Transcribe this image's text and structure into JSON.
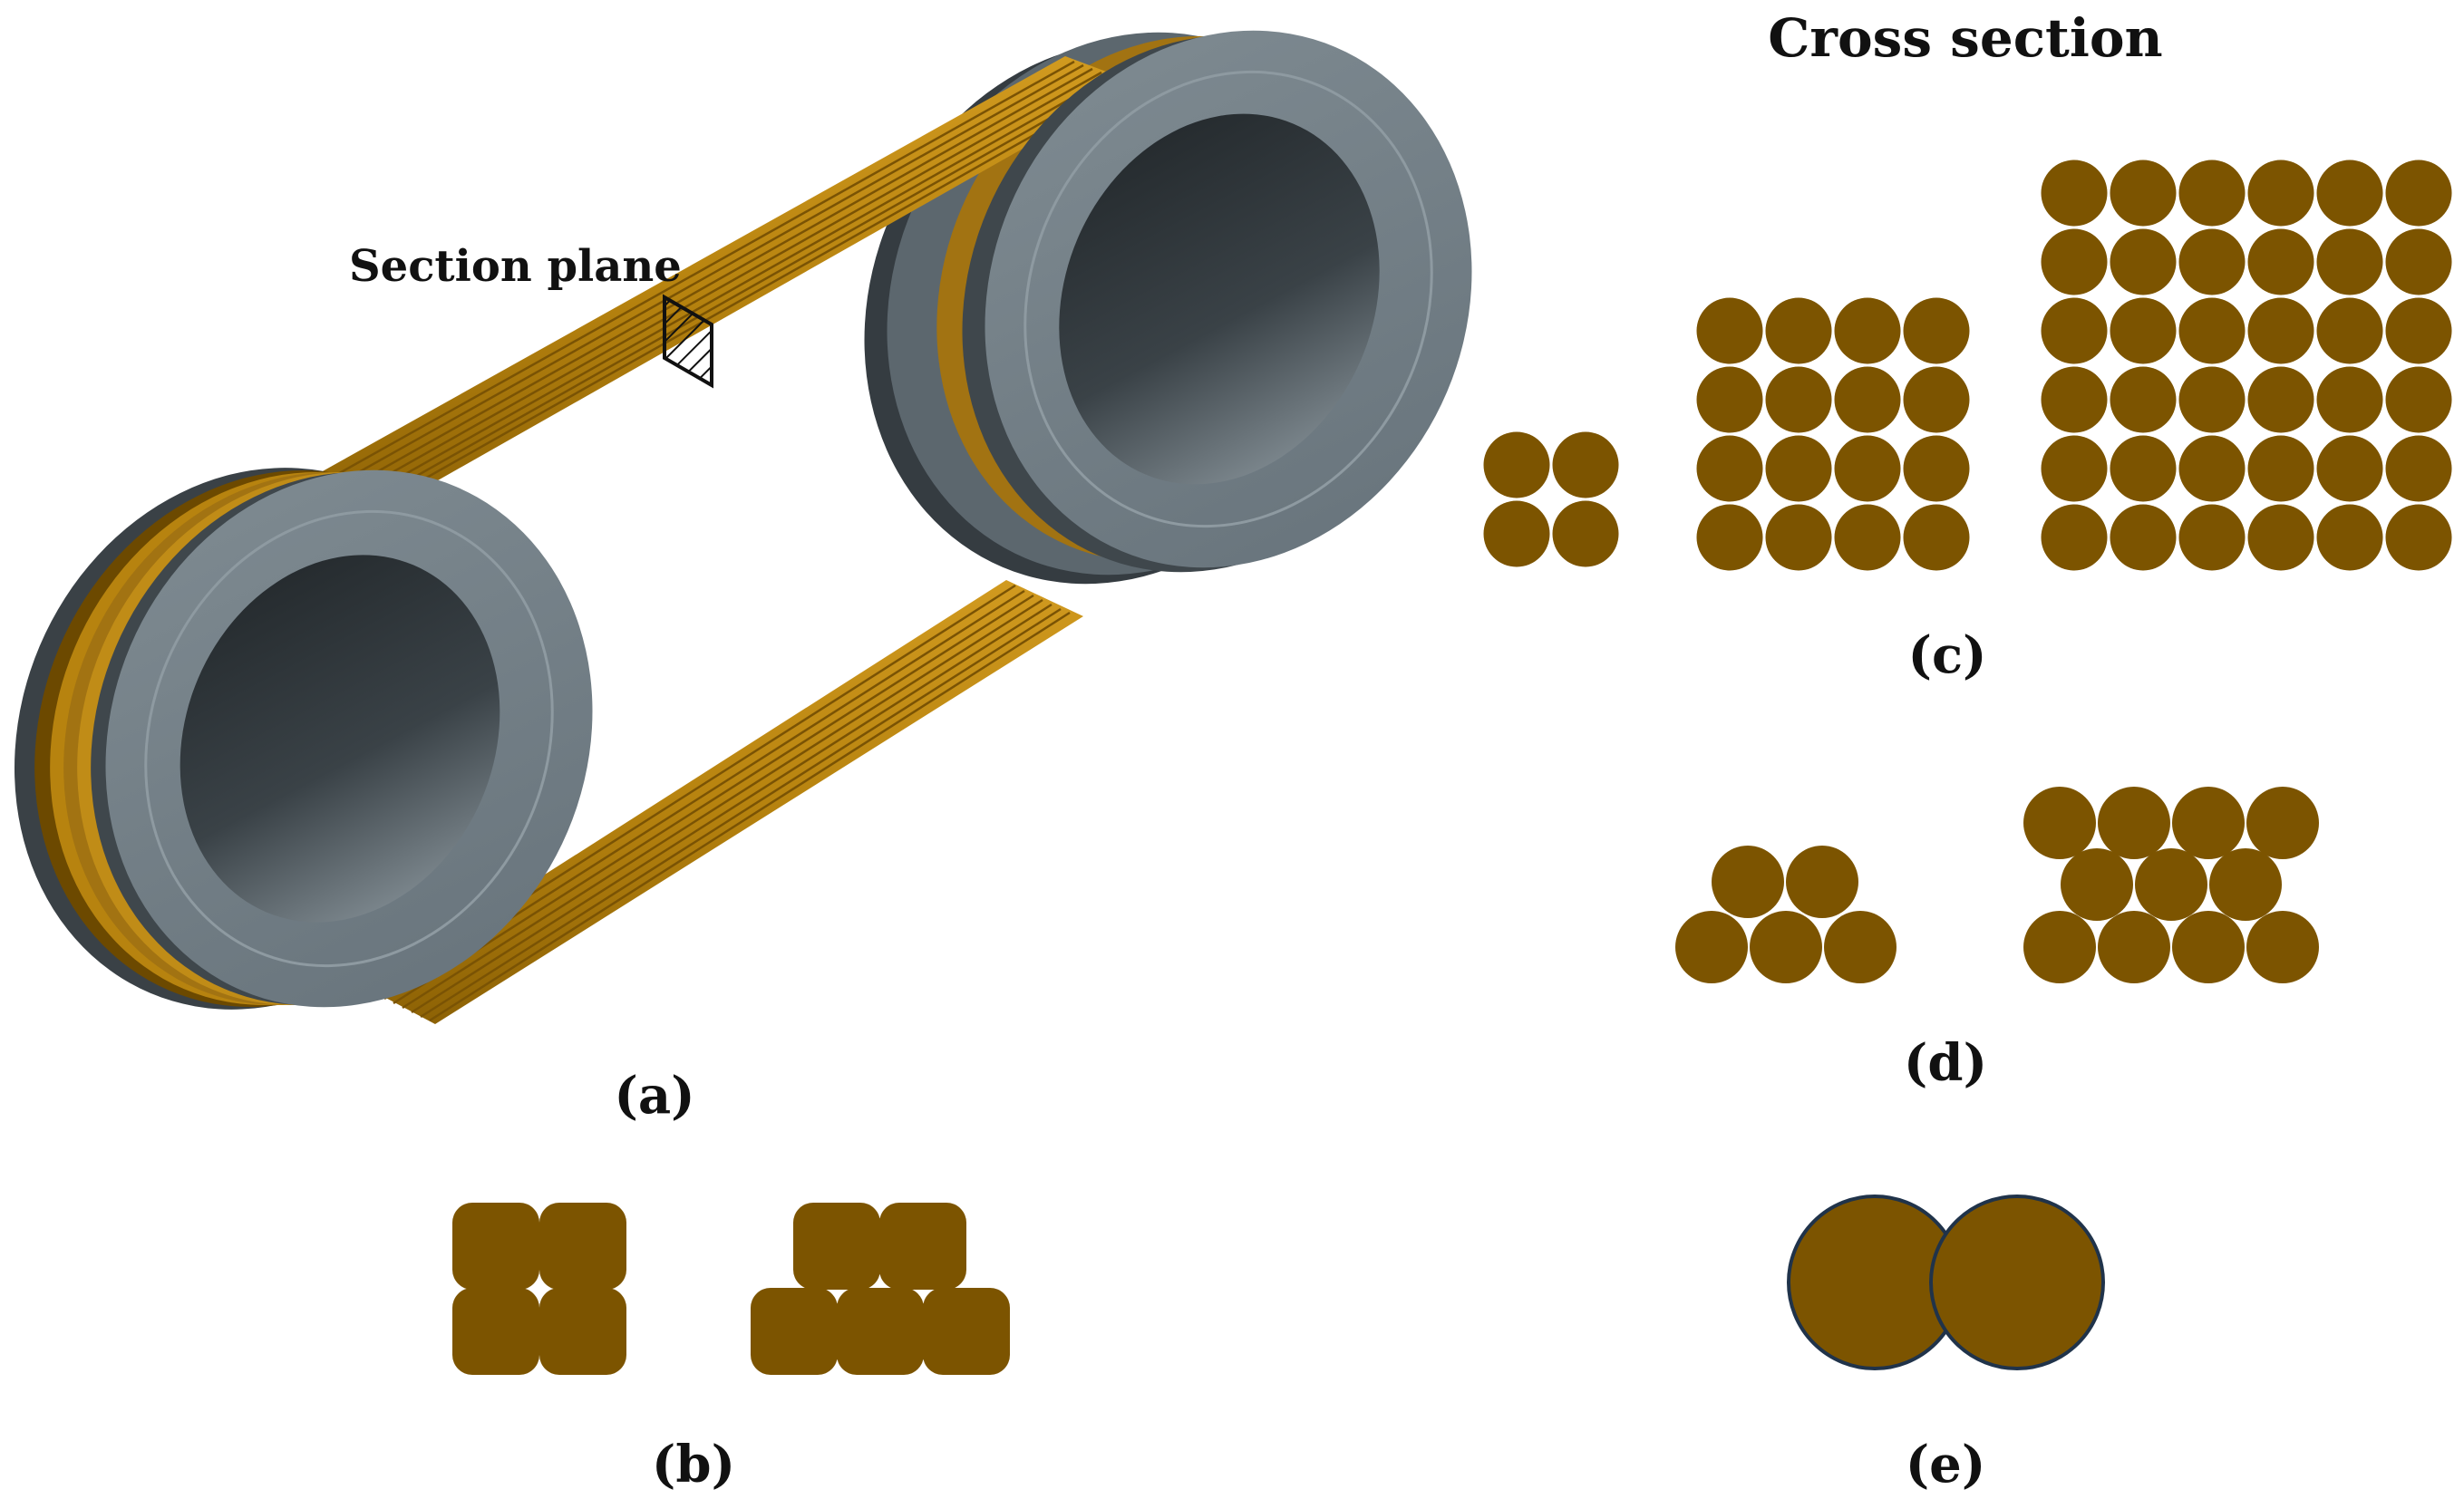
{
  "figure": {
    "heading": "Cross section",
    "section_label": "Section plane",
    "panels": [
      {
        "id": "a",
        "label": "(a)",
        "content": "belt-drive-assembly"
      },
      {
        "id": "b",
        "label": "(b)",
        "content": "rounded-square strands, 2x2 block and 2-over-3 stacked"
      },
      {
        "id": "c",
        "label": "(c)",
        "content": "square-packed round strands: 2x2, 4x4, 6x6"
      },
      {
        "id": "d",
        "label": "(d)",
        "content": "hexagonal-packed round strands: 2-over-3, 4-3-4"
      },
      {
        "id": "e",
        "label": "(e)",
        "content": "two overlapping round strands"
      }
    ],
    "colors": {
      "strand": "#7c5400",
      "strand_outline": "#20334a",
      "pulley_face": "#6f7a81",
      "pulley_inner": "#2c3135",
      "belt": "#b7830f",
      "belt_dark": "#6c4900"
    }
  }
}
